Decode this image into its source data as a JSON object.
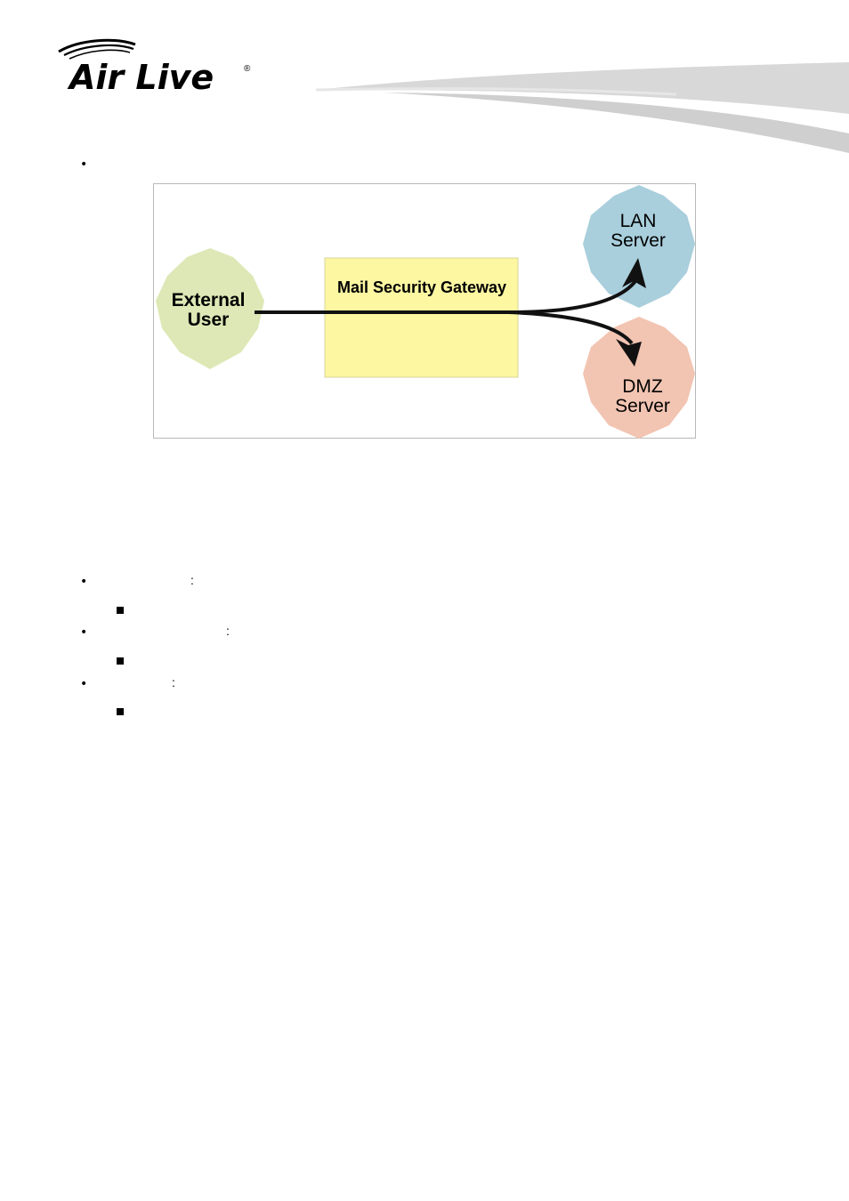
{
  "brand": {
    "logo_text": "Air Live",
    "registered_mark": "®"
  },
  "diagram": {
    "nodes": {
      "external_user": {
        "line1": "External",
        "line2": "User",
        "color": "#dde8b6"
      },
      "gateway": {
        "label": "Mail Security Gateway",
        "color": "#fdf7a2"
      },
      "lan_server": {
        "line1": "LAN",
        "line2": "Server",
        "color": "#a9cedc"
      },
      "dmz_server": {
        "line1": "DMZ",
        "line2": "Server",
        "color": "#f2c4b2"
      }
    },
    "arrow_color": "#111111"
  },
  "list": {
    "items": [
      {
        "colon": ":"
      },
      {
        "colon": ":"
      },
      {
        "colon": ":"
      }
    ]
  },
  "colors": {
    "swoosh": "#d5d5d5",
    "frame_border": "#b9b9b9"
  }
}
